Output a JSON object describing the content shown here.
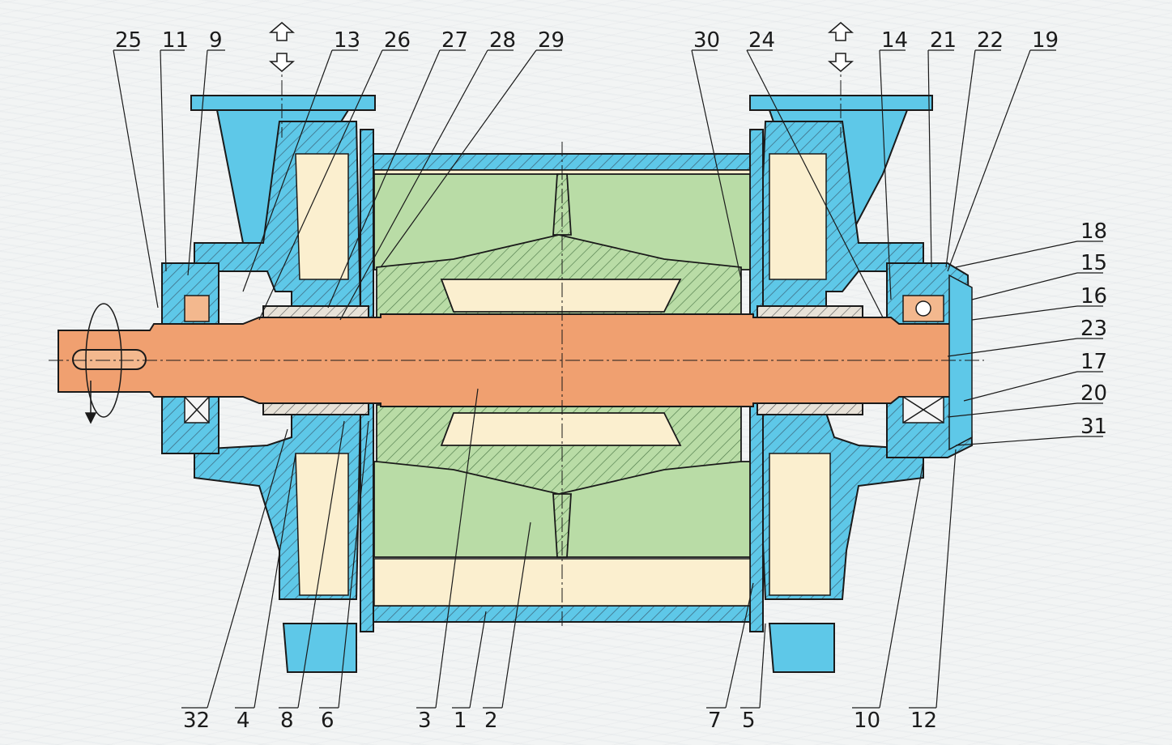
{
  "diagram": {
    "callouts_top": [
      "25",
      "11",
      "9",
      "13",
      "26",
      "27",
      "28",
      "29",
      "30",
      "24",
      "14",
      "21",
      "22",
      "19"
    ],
    "callouts_right": [
      "18",
      "15",
      "16",
      "23",
      "17",
      "20",
      "31"
    ],
    "callouts_bottom": [
      "32",
      "4",
      "8",
      "6",
      "3",
      "1",
      "2",
      "7",
      "5",
      "10",
      "12"
    ],
    "colors": {
      "casing": "#5ec8e8",
      "shaft": "#f0a070",
      "impeller": "#b9dca6",
      "cavity": "#fbefcf",
      "hatch": "#3f6f86",
      "line": "#1a1a1a"
    }
  }
}
